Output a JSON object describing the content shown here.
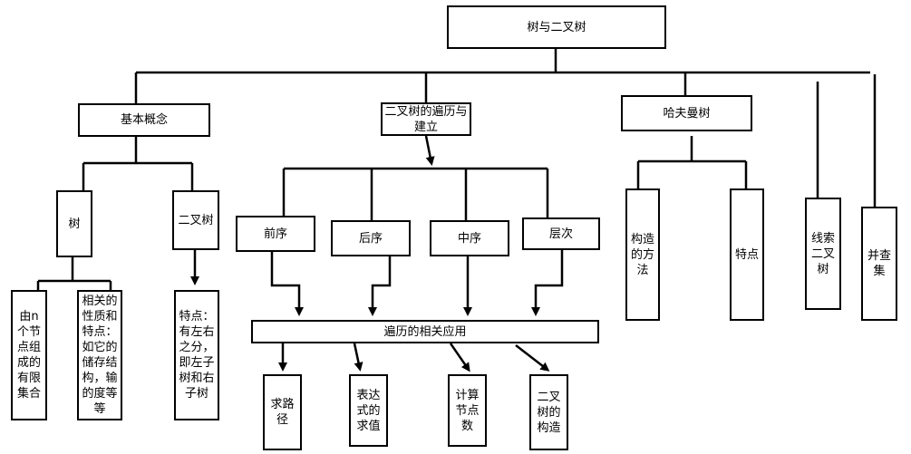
{
  "root": "树与二叉树",
  "branches": {
    "basic": "基本概念",
    "traversal": "二叉树的遍历与建立",
    "huffman": "哈夫曼树",
    "threaded": "线索二叉树",
    "unionfind": "并查集"
  },
  "basic_children": {
    "tree": "树",
    "binary_tree": "二叉树",
    "tree_def": "由n个节点组成的有限集合",
    "tree_props": "相关的性质和特点：如它的储存结构，输的度等等",
    "bt_feature": "特点：有左右之分，即左子树和右子树"
  },
  "traversal_children": {
    "preorder": "前序",
    "postorder": "后序",
    "inorder": "中序",
    "levelorder": "层次",
    "applications": "遍历的相关应用",
    "app_path": "求路径",
    "app_expr": "表达式的求值",
    "app_count": "计算节点数",
    "app_build": "二叉树的构造"
  },
  "huffman_children": {
    "construct": "构造的方法",
    "feature": "特点"
  }
}
